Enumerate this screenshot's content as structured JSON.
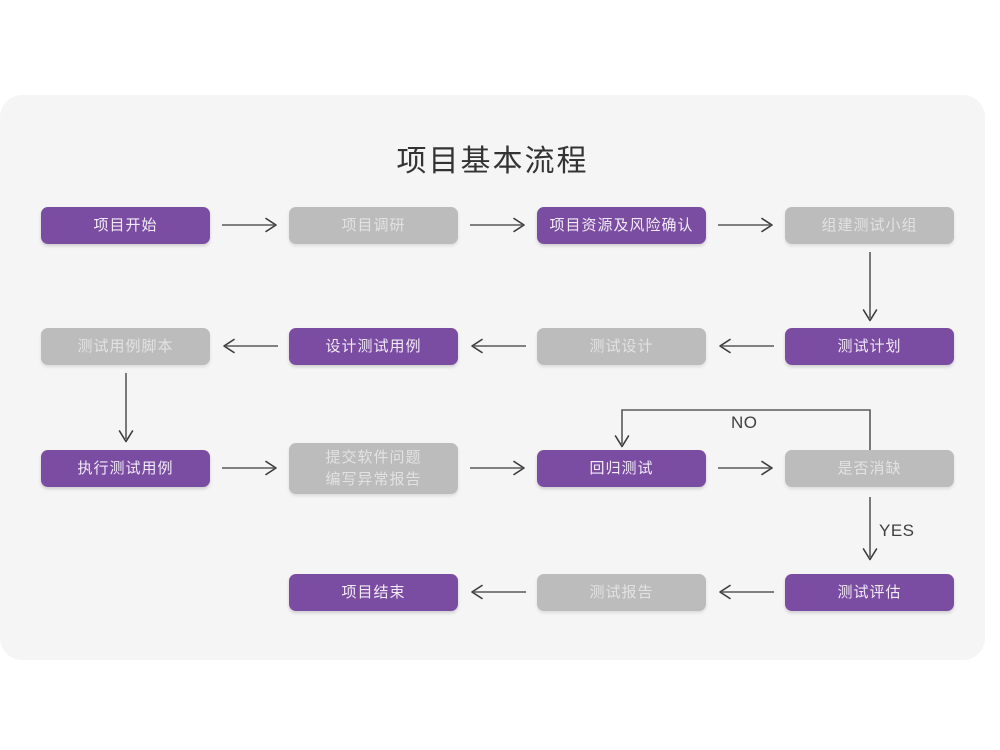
{
  "page": {
    "background_color": "#ffffff",
    "card_color": "#f5f5f5",
    "accent_purple": "#7a4da3",
    "accent_gray": "#bcbcbc",
    "title": "项目基本流程"
  },
  "diagram": {
    "nodes": [
      {
        "id": "n1",
        "label": "项目开始",
        "style": "purple"
      },
      {
        "id": "n2",
        "label": "项目调研",
        "style": "gray"
      },
      {
        "id": "n3",
        "label": "项目资源及风险确认",
        "style": "purple"
      },
      {
        "id": "n4",
        "label": "组建测试小组",
        "style": "gray"
      },
      {
        "id": "n5",
        "label": "测试用例脚本",
        "style": "gray"
      },
      {
        "id": "n6",
        "label": "设计测试用例",
        "style": "purple"
      },
      {
        "id": "n7",
        "label": "测试设计",
        "style": "gray"
      },
      {
        "id": "n8",
        "label": "测试计划",
        "style": "purple"
      },
      {
        "id": "n9",
        "label": "执行测试用例",
        "style": "purple"
      },
      {
        "id": "n10",
        "label_line1": "提交软件问题",
        "label_line2": "编写异常报告",
        "style": "gray"
      },
      {
        "id": "n11",
        "label": "回归测试",
        "style": "purple"
      },
      {
        "id": "n12",
        "label": "是否消缺",
        "style": "gray"
      },
      {
        "id": "n13",
        "label": "项目结束",
        "style": "purple"
      },
      {
        "id": "n14",
        "label": "测试报告",
        "style": "gray"
      },
      {
        "id": "n15",
        "label": "测试评估",
        "style": "purple"
      }
    ],
    "edge_labels": {
      "no": "NO",
      "yes": "YES"
    }
  }
}
